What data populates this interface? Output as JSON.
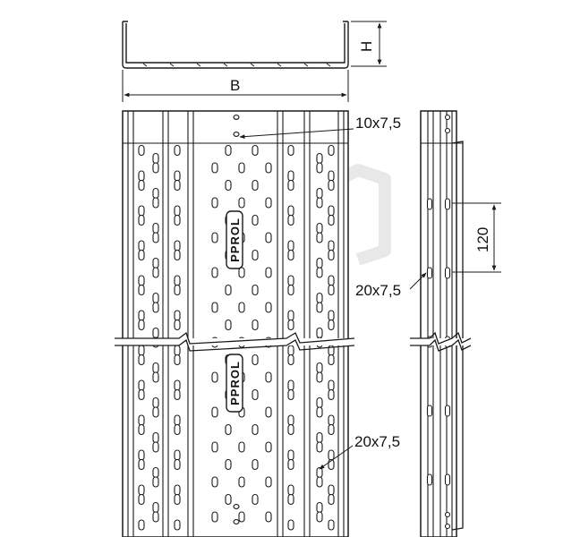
{
  "dimensions": {
    "height_label": "H",
    "width_label": "B",
    "hole_small": "10x7,5",
    "hole_side": "20x7,5",
    "hole_bottom": "20x7,5",
    "pitch": "120"
  },
  "logo": {
    "text": "PPROL"
  },
  "colors": {
    "line": "#1a1a1a",
    "watermark": "#e6e6e6",
    "fill": "#ffffff"
  }
}
